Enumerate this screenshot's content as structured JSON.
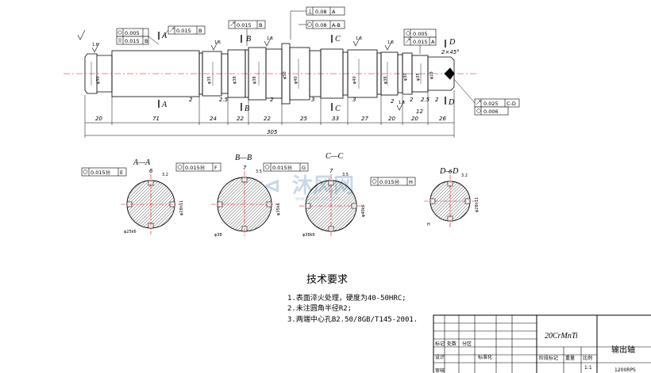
{
  "shaft": {
    "segment_dims": [
      "20",
      "71",
      "24",
      "22",
      "22",
      "25",
      "33",
      "27",
      "20",
      "20",
      "26"
    ],
    "overall_length": "305",
    "chamfer": "2×45°",
    "small_dims": [
      "2",
      "2.5",
      "2",
      "3",
      "3",
      "2",
      "2",
      "2.5",
      "2",
      "12"
    ],
    "section_labels": [
      "A",
      "A",
      "B",
      "B",
      "C",
      "C",
      "D",
      "D"
    ],
    "diameter_labels": [
      "φ30",
      "φ35",
      "φ38",
      "φ38",
      "φ40",
      "φ50",
      "φ40",
      "φ38",
      "φ35",
      "φ30",
      "φ28"
    ],
    "roughness": [
      "1.6",
      "1.6",
      "1.6",
      "1.6",
      "1.6",
      "1.6",
      "1.6"
    ]
  },
  "tolerance_frames": {
    "f1_a": "0.005",
    "f1_b": "0.015",
    "f1_ref": "B",
    "f2": "0.015",
    "f2_ref": "B",
    "f3": "0.015",
    "f3_ref": "B",
    "f4_a": "0.08",
    "f4_a_ref": "A",
    "f4_b": "0.08",
    "f4_b_ref": "A-B",
    "f5_a": "0.005",
    "f5_b": "0.015",
    "f5_ref": "A",
    "f6_a": "0.025",
    "f6_a_ref": "C-D",
    "f6_b": "0.006"
  },
  "sections": [
    {
      "title": "A—A",
      "tol": "0.015",
      "ref": "E",
      "width": "6",
      "depth": "3.2",
      "key_w": "6",
      "dia": "φ28h11",
      "dia2": "φ25k6"
    },
    {
      "title": "B—B",
      "tol": "0.015",
      "ref": "F",
      "width": "7",
      "depth": "3.5",
      "key_w": "7",
      "dia": "φ35k6",
      "dia2": "φ38"
    },
    {
      "title": "C—C",
      "tol": "0.015",
      "ref": "G",
      "width": "7",
      "depth": "3.5",
      "key_w": "7",
      "dia": "φ40k6",
      "dia2": "φ38k6"
    },
    {
      "title": "D—D",
      "tol": "0.015",
      "ref": "H",
      "width": "6",
      "depth": "3.2",
      "key_w": "6",
      "dia": "φ28h11",
      "dia2": "H"
    }
  ],
  "requirements": {
    "title": "技术要求",
    "items": [
      "1.表面淬火处理，硬度为40-50HRC;",
      "2.未注圆角半径R2;",
      "3.两端中心孔B2.50/8GB/T145-2001."
    ]
  },
  "title_block": {
    "material": "20CrMnTi",
    "part_name": "输出轴",
    "row_labels": [
      "标记",
      "处数",
      "分区"
    ],
    "row_labels2": [
      "设计",
      "标准化"
    ],
    "stage_mark": "阶段标记",
    "weight": "重量",
    "scale": "比例",
    "scale_val": "1:1",
    "review": "审核",
    "code": "1200RPS"
  },
  "watermark": {
    "text": "沐风网",
    "url": "www.mfcad.com"
  }
}
